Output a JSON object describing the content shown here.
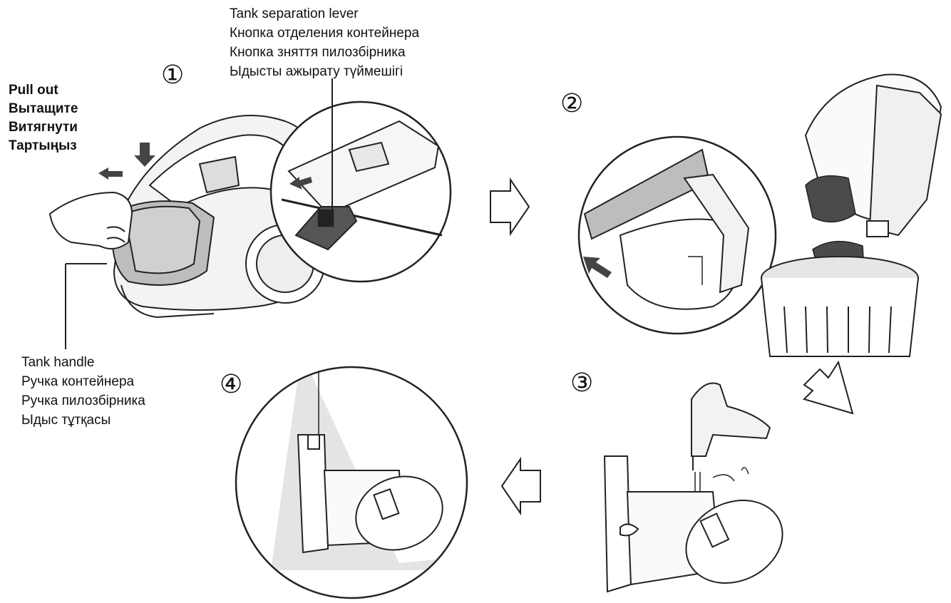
{
  "labels": {
    "pull_out": [
      "Pull out",
      "Вытащите",
      "Витягнути",
      "Тартыңыз"
    ],
    "tank_separation_lever": [
      "Tank separation lever",
      "Кнопка отделения контейнера",
      "Кнопка зняття пилозбірника",
      "Ыдысты ажырату түймешігі"
    ],
    "tank_handle": [
      "Tank handle",
      "Ручка контейнера",
      "Ручка пилозбірника",
      "Ыдыс тұтқасы"
    ]
  },
  "steps": {
    "step1": "①",
    "step2": "②",
    "step3": "③",
    "step4": "④"
  },
  "colors": {
    "line": "#222222",
    "shade_light": "#e4e4e4",
    "shade_mid": "#bdbdbd",
    "shade_dark": "#4a4a4a",
    "background": "#ffffff"
  }
}
